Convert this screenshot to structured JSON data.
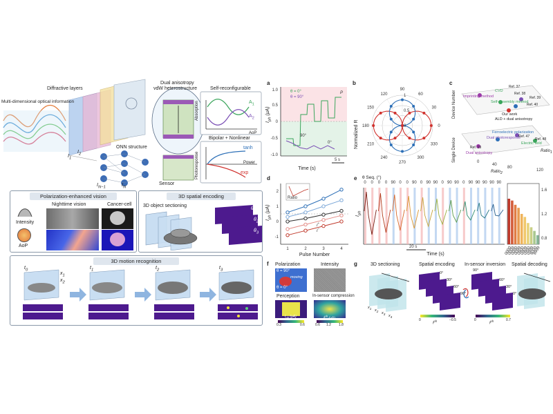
{
  "left_top": {
    "optical_info": "Multi-dimensional optical information",
    "diffractive_layers": "Diffractive layers",
    "onn_structure": "ONN structure",
    "dual_anisotropy": "Dual anisotropy",
    "vdw_hetero": "vdW heterostructure",
    "sensor": "Sensor",
    "self_reconfig": "Self-reconfigurable",
    "bipolar": "Bipolar + Nonlinear",
    "absorption": "Absorption",
    "aop": "AoP",
    "photoresponse": "Photoresponse",
    "power": "Power",
    "tanh": "tanh",
    "exp": "exp",
    "a1": "A",
    "a2": "A",
    "i1": "I",
    "i2": "I",
    "in": "I",
    "in1": "I",
    "inn": "I"
  },
  "polar_panel": {
    "title": "Polarization-enhanced vision",
    "nighttime": "Nighttime vision",
    "cancer": "Cancer-cell",
    "intensity": "Intensity",
    "aop": "AoP"
  },
  "spatial_panel": {
    "title": "3D spatial encoding",
    "sectioning": "3D object sectioning",
    "t1": "θ",
    "t2": "θ",
    "t3": "θ"
  },
  "motion_panel": {
    "title": "3D motion recognition",
    "t0": "t",
    "t1": "t",
    "t2": "t",
    "t3": "t",
    "x1": "x",
    "x2": "x"
  },
  "panel_a": {
    "label": "a",
    "legend_0": "θ = 0°",
    "legend_90": "θ = 90°",
    "ylabel": "I",
    "xlabel": "Time (s)",
    "y_ticks": [
      "1.0",
      "0.5",
      "0",
      "-0.5",
      "-1.0"
    ],
    "scale": "5 s",
    "p": "P",
    "ann_90": "90°",
    "ann_0": "0°"
  },
  "panel_b": {
    "label": "b",
    "ylabel": "Normalized R",
    "angles": [
      "0",
      "30",
      "60",
      "90",
      "120",
      "150",
      "180",
      "210",
      "240",
      "270",
      "300",
      "330"
    ],
    "r_ticks": [
      "0",
      "0.5",
      "1"
    ],
    "tags": [
      "I",
      "I"
    ]
  },
  "panel_c": {
    "label": "c",
    "ylabel_top": "Device Number",
    "ylabel_bottom": "Single Device",
    "items_top": [
      "CVD",
      "Imprinting method",
      "Self-assembly method",
      "Our work",
      "ALD + dual anisotropy"
    ],
    "refs_top": [
      "Ref. 37",
      "Ref. 38",
      "Ref. 39",
      "Ref. 40"
    ],
    "items_bottom": [
      "Ferroelectric polarization",
      "Dual photoresponse",
      "Electric field",
      "Dual anisotropy"
    ],
    "refs_bottom": [
      "Ref. 47",
      "Ref. 48",
      "Ref. 19"
    ],
    "ratio1": "Ratio",
    "ratio2": "Ratio",
    "axis_ticks": [
      "0",
      "40",
      "80",
      "120"
    ]
  },
  "panel_d": {
    "label": "d",
    "ylabel": "I",
    "xlabel": "Pulse Number",
    "x_ticks": [
      "1",
      "2",
      "3",
      "4"
    ],
    "y_ticks": [
      "2",
      "1",
      "0",
      "-1"
    ],
    "inset_label": "Ratio",
    "legend_a": "I",
    "legend_b": "I"
  },
  "panel_e": {
    "label": "e",
    "seq_label": "θ Seq. (°)",
    "ylabel": "I",
    "xlabel": "Time (s)",
    "scale": "20 s",
    "seq": [
      "0",
      "0",
      "0",
      "0",
      "90",
      "0",
      "0",
      "90",
      "0",
      "90",
      "90",
      "0",
      "90",
      "90",
      "0",
      "90",
      "90",
      "90",
      "90",
      "90"
    ],
    "right_ticks": [
      "1.6",
      "1.2",
      "0.8"
    ],
    "bar_values": [
      1.45,
      1.42,
      1.35,
      1.3,
      1.2,
      1.15,
      1.05,
      0.98,
      0.92,
      0.85
    ],
    "bar_colors": [
      "#c0392b",
      "#d35b3a",
      "#e07c44",
      "#e89a50",
      "#efb35c",
      "#f1c86b",
      "#e7d27a",
      "#c9cf85",
      "#a9c78f",
      "#88b898"
    ],
    "bar_labels": [
      "0000",
      "0009",
      "0090",
      "0099",
      "0900",
      "0909",
      "0990",
      "0999",
      "9000",
      "9999"
    ]
  },
  "panel_f": {
    "label": "f",
    "polarization": "Polarization",
    "intensity": "Intensity",
    "perception": "Perception",
    "compression": "In-sensor compression",
    "theta90": "θ = 90°",
    "theta0": "θ = 0°",
    "moving": "moving",
    "cb1_label": "I",
    "cb1_ticks": [
      "0.3",
      "0.6"
    ],
    "cb2_label": "I",
    "cb2_ticks": [
      "0.6",
      "1.2",
      "1.8"
    ]
  },
  "panel_g": {
    "label": "g",
    "t1": "3D sectioning",
    "t2": "Spatial encoding",
    "t3": "In-sensor inversion",
    "t4": "Spatial decoding",
    "angles": [
      "0°",
      "30°",
      "60°",
      "90°"
    ],
    "angles_inv": [
      "90°",
      "60°",
      "30°",
      "0°"
    ],
    "cb1_label": "I",
    "cb1_ticks": [
      "0",
      "−0.5"
    ],
    "cb2_label": "I",
    "cb2_ticks": [
      "0",
      "0.7"
    ],
    "xs": [
      "x",
      "x",
      "x",
      "x"
    ]
  },
  "colors": {
    "red": "#d0312d",
    "blue": "#2c6fb7",
    "green": "#3aa55b",
    "purple": "#7b4fb5",
    "panel_border": "#8a98a8",
    "header_bg": "#dfe6ee"
  }
}
